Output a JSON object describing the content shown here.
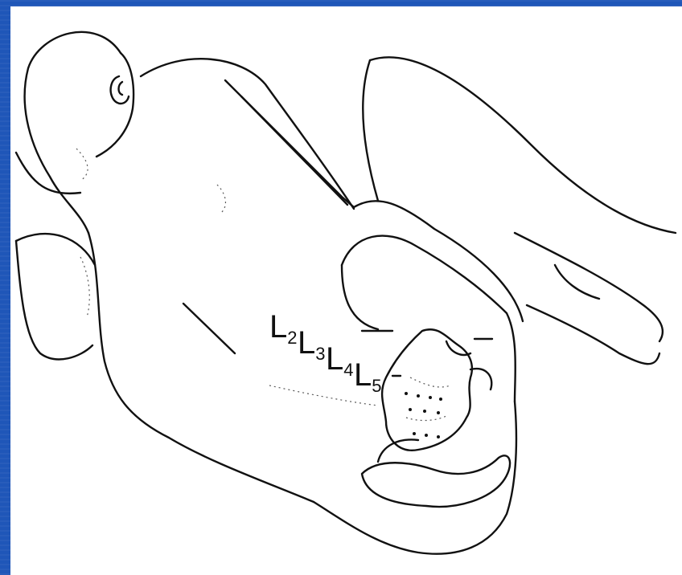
{
  "figure": {
    "vertebra_labels": [
      {
        "letter": "L",
        "sub": "2"
      },
      {
        "letter": "L",
        "sub": "3"
      },
      {
        "letter": "L",
        "sub": "4"
      },
      {
        "letter": "L",
        "sub": "5"
      }
    ]
  }
}
